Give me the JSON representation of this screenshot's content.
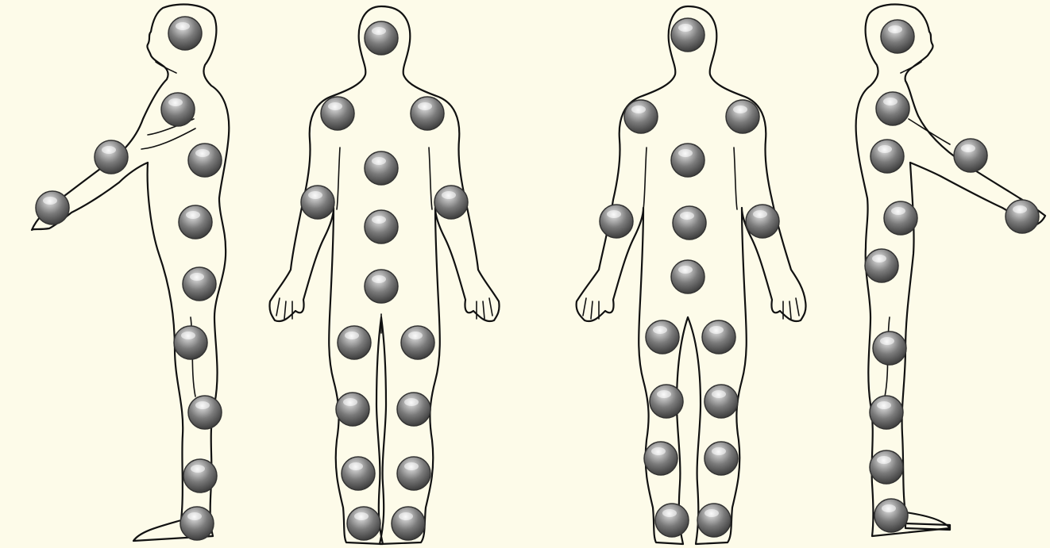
{
  "figure": {
    "background": "#fdfbe9",
    "outline_color": "#111111",
    "marker_color": "#7d7d7d",
    "views": [
      "left-side",
      "front",
      "back",
      "right-side"
    ],
    "marker_counts": {
      "left-side": 11,
      "front": 16,
      "back": 16,
      "right-side": 11
    }
  }
}
